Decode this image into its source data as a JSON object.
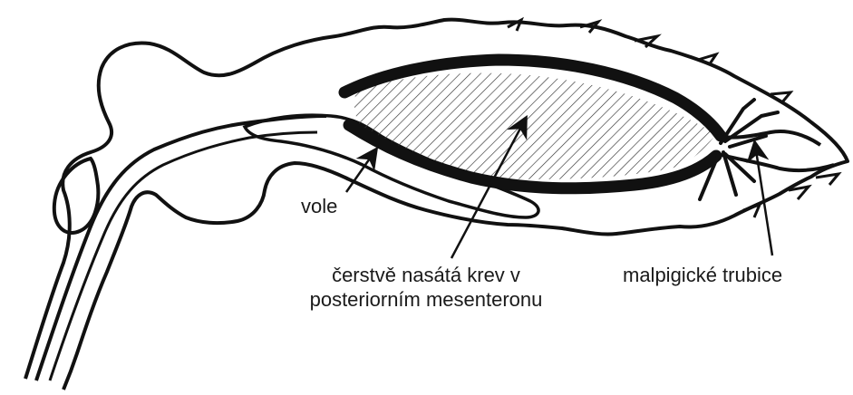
{
  "diagram": {
    "labels": {
      "crop": "vole",
      "fresh_blood_line1": "čerstvě nasátá krev v",
      "fresh_blood_line2": "posteriorním mesenteronu",
      "malpighian_tubules": "malpigické trubice"
    },
    "colors": {
      "outline": "#111111",
      "background": "#ffffff",
      "hatch": "#333333"
    }
  }
}
